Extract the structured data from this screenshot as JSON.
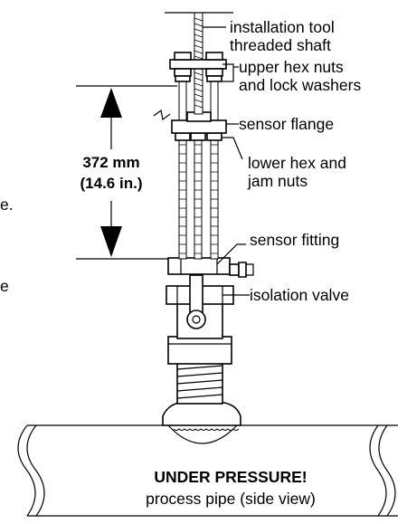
{
  "labels": {
    "installation_tool_line1": "installation tool",
    "installation_tool_line2": "threaded shaft",
    "upper_hex_line1": "upper hex nuts",
    "upper_hex_line2": "and lock washers",
    "sensor_flange": "sensor flange",
    "lower_hex_line1": "lower hex and",
    "lower_hex_line2": "jam nuts",
    "sensor_fitting": "sensor fitting",
    "isolation_valve": "isolation valve"
  },
  "dimension": {
    "metric": "372 mm",
    "imperial": "(14.6 in.)"
  },
  "pipe": {
    "warning": "UNDER PRESSURE!",
    "caption": "process pipe (side view)"
  },
  "margin_fragments": {
    "line_a": "e.",
    "line_b": "e"
  }
}
